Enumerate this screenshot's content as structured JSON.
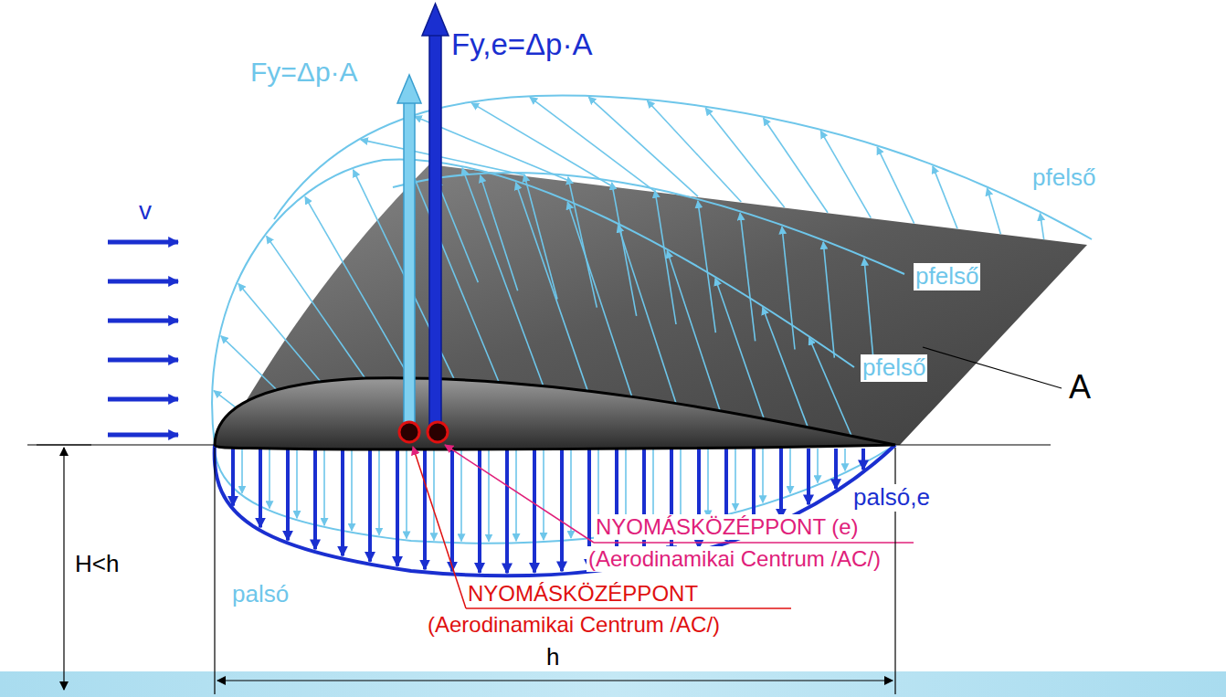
{
  "diagram": {
    "labels": [
      "Fy,e=Δp·A",
      "Fy=Δp·A",
      "v",
      "pfelső",
      "pfelső",
      "pfelső",
      "A",
      "palsó,e",
      "palsó",
      "NYOMÁSKÖZÉPPONT (e)",
      "(Aerodinamikai Centrum /AC/)",
      "NYOMÁSKÖZÉPPONT",
      "(Aerodinamikai Centrum /AC/)",
      "H<h",
      "h"
    ]
  }
}
